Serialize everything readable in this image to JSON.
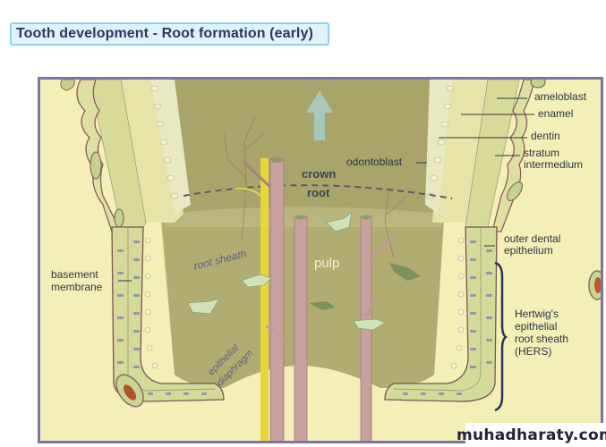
{
  "title": "Tooth development - Root formation (early)",
  "labels": {
    "ameloblast": "ameloblast",
    "enamel": "enamel",
    "dentin": "dentin",
    "stratum_intermedium_1": "stratum",
    "stratum_intermedium_2": "intermedium",
    "odontoblast": "odontoblast",
    "crown": "crown",
    "root": "root",
    "outer_dental_epithelium_1": "outer dental",
    "outer_dental_epithelium_2": "epithelium",
    "basement_membrane_1": "basement",
    "basement_membrane_2": "membrane",
    "root_sheath": "root sheath",
    "pulp": "pulp",
    "epithelial_diaphragm_1": "epithelial",
    "epithelial_diaphragm_2": "diaphragm",
    "hers_1": "Hertwig's",
    "hers_2": "epithelial",
    "hers_3": "root sheath",
    "hers_4": "(HERS)"
  },
  "watermark": "muhadharaty.com",
  "colors": {
    "title_text": "#2c3564",
    "title_bg": "#dff3fb",
    "title_border": "#8fd0ee",
    "frame_border": "#7a74a8",
    "background": "#f3efb6",
    "pulp": "#a8a566",
    "epithelium": "#dfe2a4",
    "vessel": "#c9a3a3",
    "nerve": "#e6d23a",
    "brace": "#2b3563"
  }
}
